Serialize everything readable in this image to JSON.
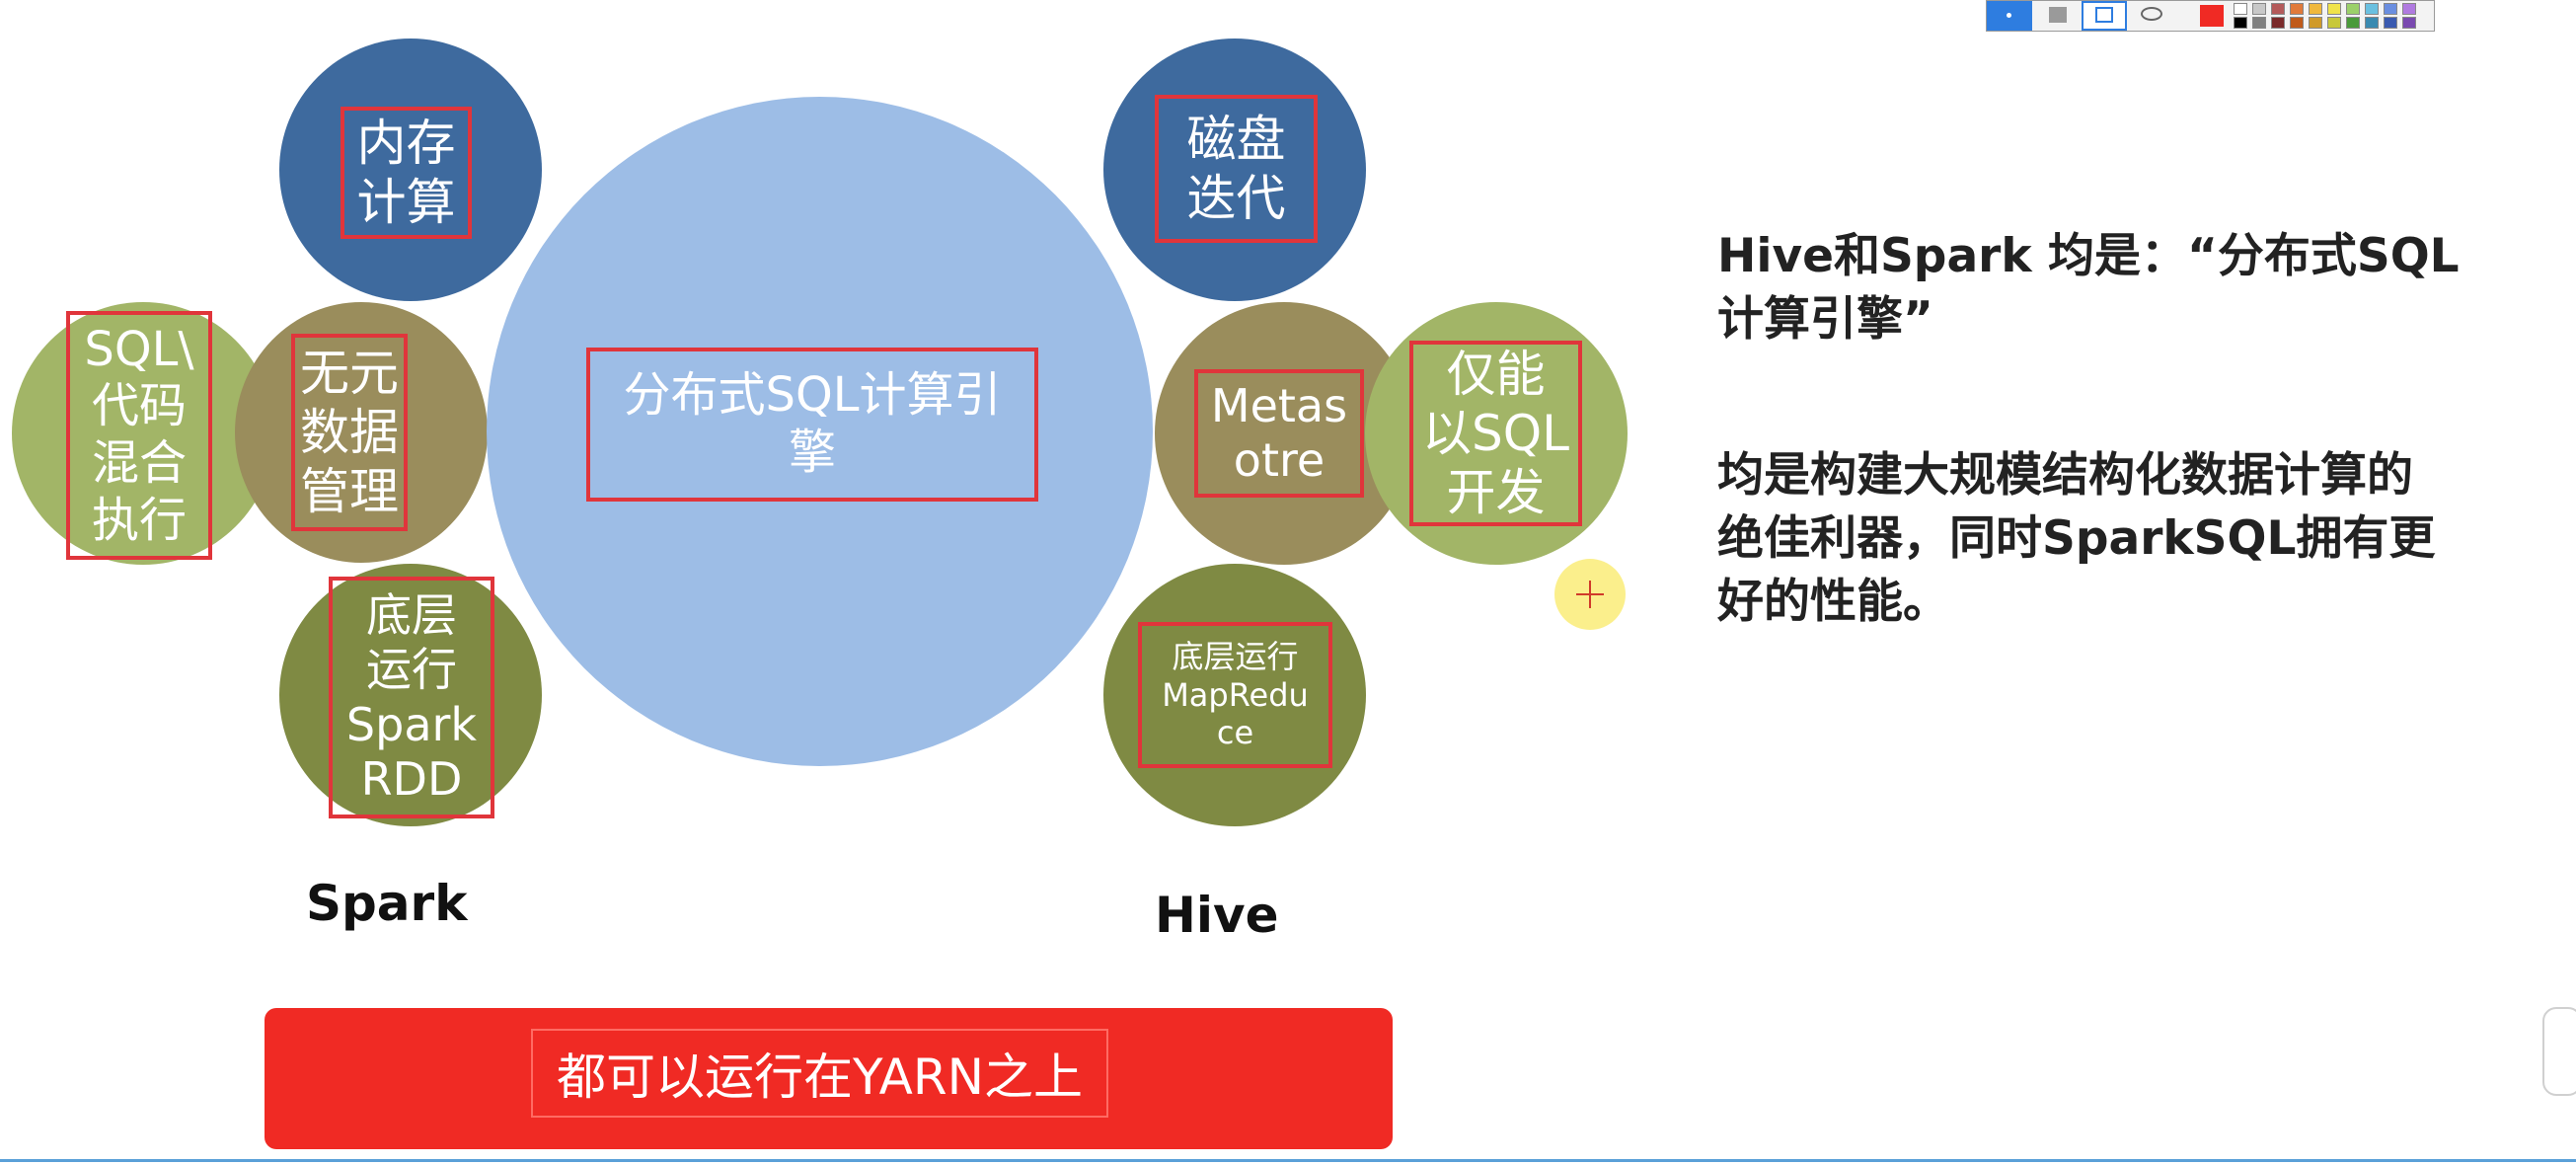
{
  "spark": {
    "label": "Spark",
    "memory_compute": "内存\n计算",
    "sql_code_mixed": "SQL\\\n代码\n混合\n执行",
    "no_metadata_mgmt": "无元\n数据\n管理",
    "runs_on_rdd": "底层\n运行\nSpark\nRDD"
  },
  "center": {
    "engine": "分布式SQL计算引\n擎"
  },
  "hive": {
    "label": "Hive",
    "disk_iterative": "磁盘\n迭代",
    "metastore": "Metas\notre",
    "sql_only": "仅能\n以SQL\n开发",
    "runs_on_mapreduce": "底层运行\nMapRedu\nce"
  },
  "banner": {
    "text": "都可以运行在YARN之上"
  },
  "notes": {
    "line1": "Hive和Spark 均是：“分布式SQL\n计算引擎”",
    "line2": "均是构建大规模结构化数据计算的\n绝佳利器，同时SparkSQL拥有更\n好的性能。"
  },
  "colors": {
    "dark_blue": "#3e6a9e",
    "light_green": "#a2b567",
    "tan": "#9a8d5c",
    "olive": "#7f8a43",
    "light_blue": "#9dbde6",
    "red_banner": "#f02a24",
    "box_red": "#e0353b"
  },
  "toolbar": {
    "icons": [
      "pointer-icon",
      "rectangle-fill-icon",
      "rectangle-outline-icon",
      "ellipse-icon",
      "fill-color-icon"
    ],
    "palette": [
      "#ffffff",
      "#c8c8c8",
      "#b45a5a",
      "#e07a3a",
      "#f0b83c",
      "#f0e34a",
      "#9bd06a",
      "#6ac0e0",
      "#6a8ee0",
      "#b07ae0",
      "#000000",
      "#808080",
      "#7a2a2a",
      "#c05a1a",
      "#d09a2a",
      "#c8c83a",
      "#4a9a3a",
      "#3a8ab0",
      "#3a5ab0",
      "#7a4ab0"
    ]
  }
}
